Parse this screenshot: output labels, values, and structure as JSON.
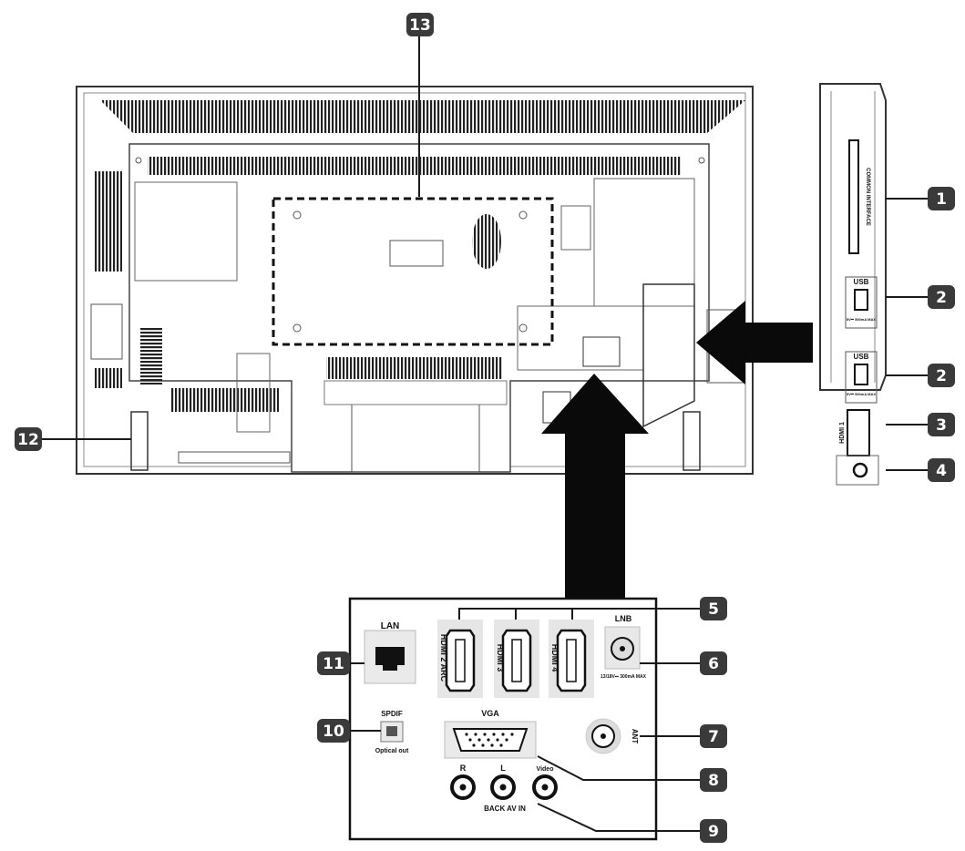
{
  "callouts": {
    "c1": "1",
    "c2a": "2",
    "c2b": "2",
    "c3": "3",
    "c4": "4",
    "c5": "5",
    "c6": "6",
    "c7": "7",
    "c8": "8",
    "c9": "9",
    "c10": "10",
    "c11": "11",
    "c12": "12",
    "c13": "13"
  },
  "side_panel": {
    "ci_slot": "COMMON INTERFACE",
    "usb_top": "USB",
    "usb_top_sub": "5V⎓ 500mA MAX",
    "usb_bottom": "USB",
    "usb_bottom_sub": "5V⎓ 500mA MAX",
    "hdmi1": "HDMI 1"
  },
  "port_panel": {
    "lan": "LAN",
    "hdmi2": "HDMI 2 ARC",
    "hdmi3": "HDMI 3",
    "hdmi4": "HDMI 4",
    "lnb": "LNB",
    "lnb_sub": "13/18V⎓ 300mA MAX",
    "vga": "VGA",
    "ant": "ANT",
    "spdif": "SPDIF",
    "optical": "Optical out",
    "r": "R",
    "l": "L",
    "video": "Video",
    "back_av": "BACK AV IN"
  },
  "colors": {
    "callout_fill": "#3a3a3a",
    "arrow": "#0a0a0a",
    "line": "#1a1a1a"
  }
}
